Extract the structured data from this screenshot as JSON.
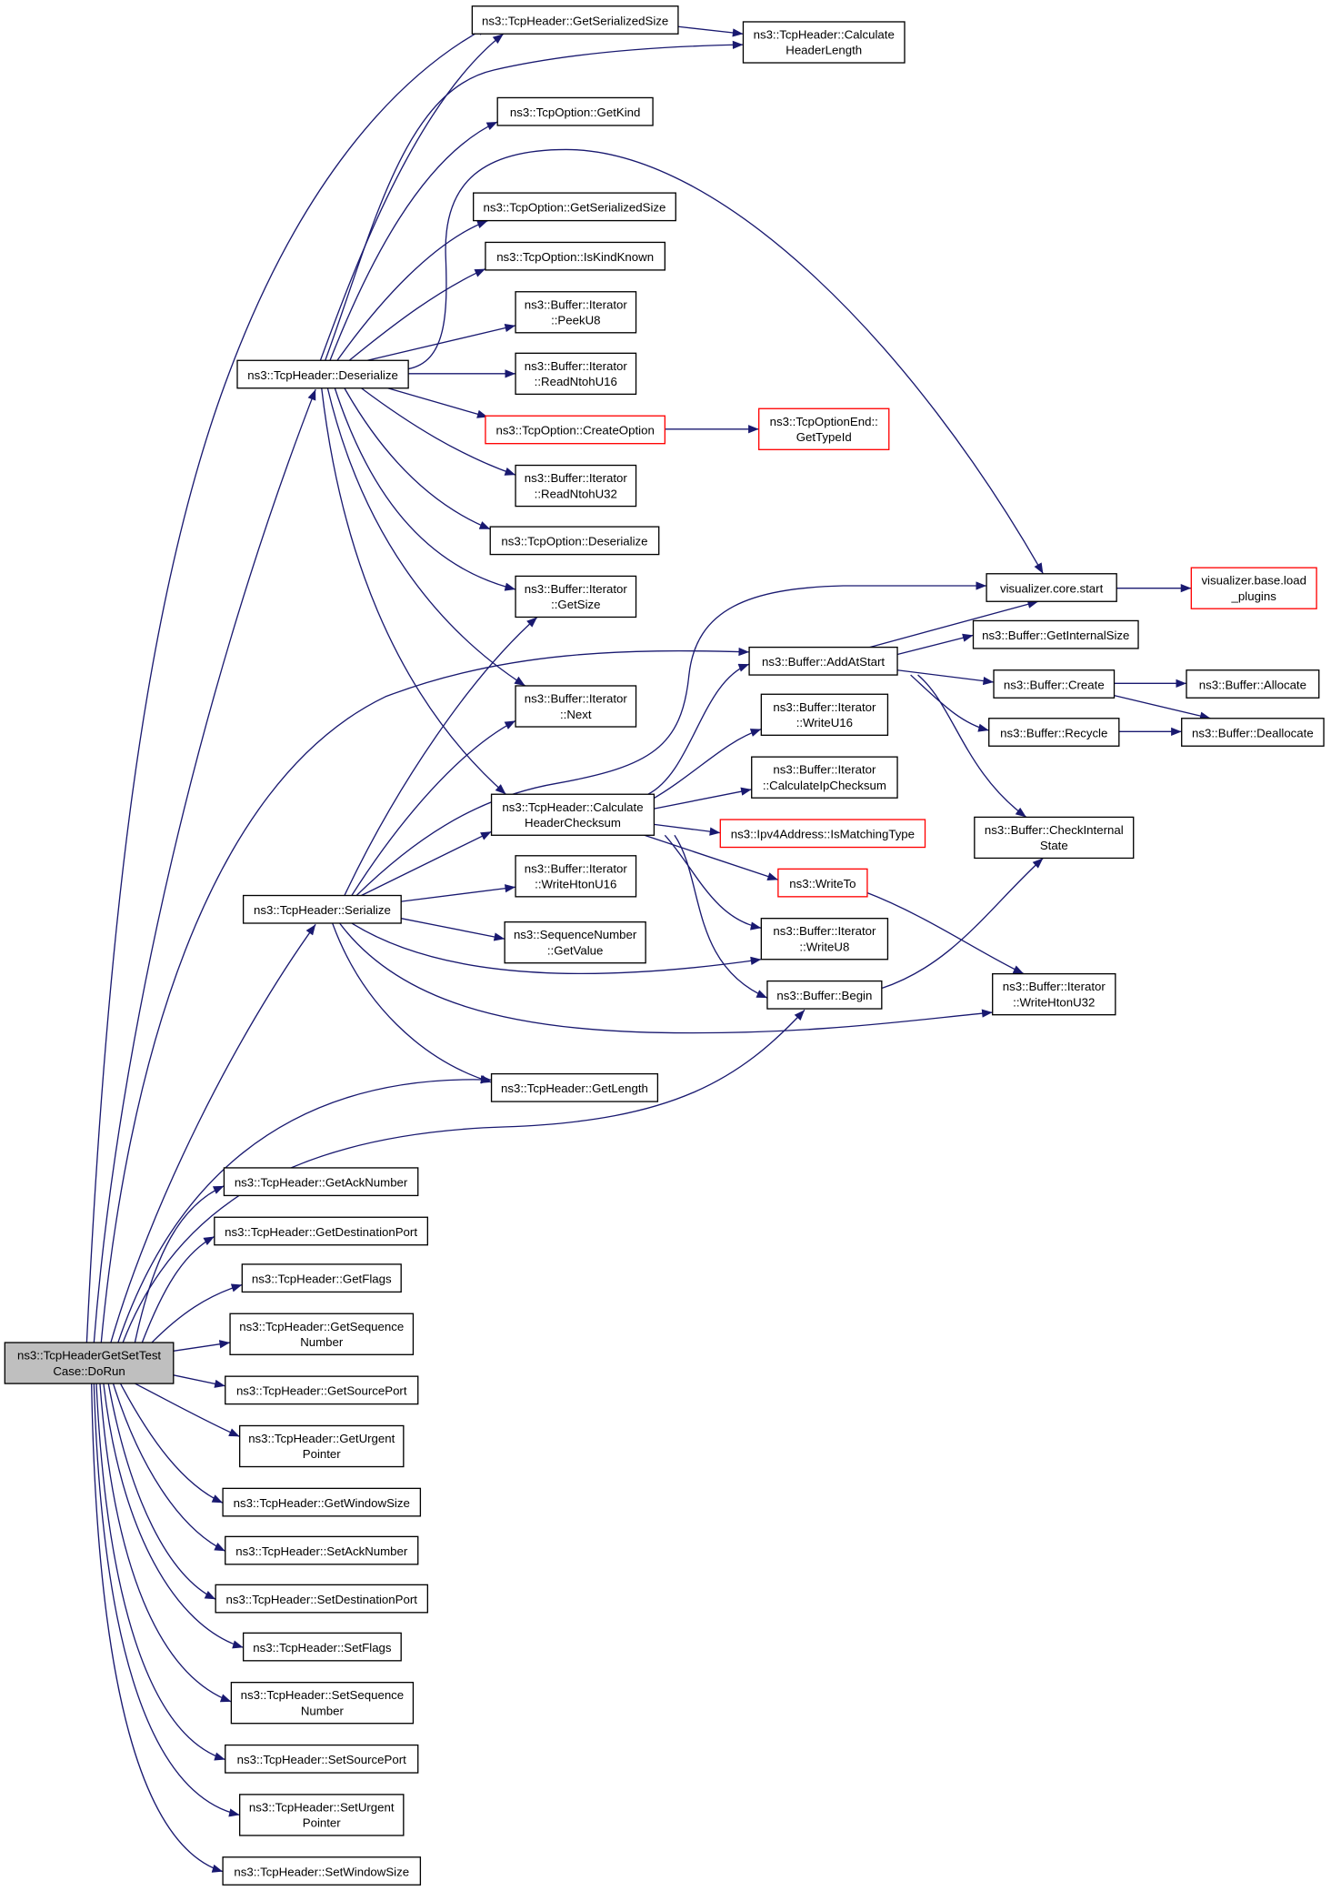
{
  "colors": {
    "background": "#ffffff",
    "edge": "#191970",
    "node_border": "#000000",
    "node_fill": "#ffffff",
    "root_fill": "#bfbfbf",
    "truncated_border": "#ff0000"
  },
  "graph": {
    "nodes": [
      {
        "lines": [
          "ns3::TcpHeaderGetSetTest",
          "Case::DoRun"
        ],
        "fill": "#bfbfbf"
      },
      {
        "lines": [
          "ns3::TcpHeader::GetSerializedSize"
        ]
      },
      {
        "lines": [
          "ns3::TcpHeader::Calculate",
          "HeaderLength"
        ]
      },
      {
        "lines": [
          "ns3::TcpOption::GetKind"
        ]
      },
      {
        "lines": [
          "ns3::TcpOption::GetSerializedSize"
        ]
      },
      {
        "lines": [
          "ns3::TcpOption::IsKindKnown"
        ]
      },
      {
        "lines": [
          "ns3::Buffer::Iterator",
          "::PeekU8"
        ]
      },
      {
        "lines": [
          "ns3::TcpHeader::Deserialize"
        ]
      },
      {
        "lines": [
          "ns3::Buffer::Iterator",
          "::ReadNtohU16"
        ]
      },
      {
        "lines": [
          "ns3::TcpOption::CreateOption"
        ],
        "border": "#ff0000"
      },
      {
        "lines": [
          "ns3::TcpOptionEnd::",
          "GetTypeId"
        ],
        "border": "#ff0000"
      },
      {
        "lines": [
          "ns3::Buffer::Iterator",
          "::ReadNtohU32"
        ]
      },
      {
        "lines": [
          "ns3::TcpOption::Deserialize"
        ]
      },
      {
        "lines": [
          "ns3::Buffer::Iterator",
          "::GetSize"
        ]
      },
      {
        "lines": [
          "visualizer.core.start"
        ]
      },
      {
        "lines": [
          "visualizer.base.load",
          "_plugins"
        ],
        "border": "#ff0000"
      },
      {
        "lines": [
          "ns3::Buffer::GetInternalSize"
        ]
      },
      {
        "lines": [
          "ns3::Buffer::AddAtStart"
        ]
      },
      {
        "lines": [
          "ns3::Buffer::Create"
        ]
      },
      {
        "lines": [
          "ns3::Buffer::Allocate"
        ]
      },
      {
        "lines": [
          "ns3::Buffer::Iterator",
          "::Next"
        ]
      },
      {
        "lines": [
          "ns3::Buffer::Iterator",
          "::WriteU16"
        ]
      },
      {
        "lines": [
          "ns3::Buffer::Recycle"
        ]
      },
      {
        "lines": [
          "ns3::Buffer::Deallocate"
        ]
      },
      {
        "lines": [
          "ns3::Buffer::Iterator",
          "::CalculateIpChecksum"
        ]
      },
      {
        "lines": [
          "ns3::TcpHeader::Calculate",
          "HeaderChecksum"
        ]
      },
      {
        "lines": [
          "ns3::Ipv4Address::IsMatchingType"
        ],
        "border": "#ff0000"
      },
      {
        "lines": [
          "ns3::Buffer::CheckInternal",
          "State"
        ]
      },
      {
        "lines": [
          "ns3::WriteTo"
        ],
        "border": "#ff0000"
      },
      {
        "lines": [
          "ns3::Buffer::Iterator",
          "::WriteHtonU16"
        ]
      },
      {
        "lines": [
          "ns3::TcpHeader::Serialize"
        ]
      },
      {
        "lines": [
          "ns3::SequenceNumber",
          "::GetValue"
        ]
      },
      {
        "lines": [
          "ns3::Buffer::Iterator",
          "::WriteU8"
        ]
      },
      {
        "lines": [
          "ns3::Buffer::Begin"
        ]
      },
      {
        "lines": [
          "ns3::Buffer::Iterator",
          "::WriteHtonU32"
        ]
      },
      {
        "lines": [
          "ns3::TcpHeader::GetLength"
        ]
      },
      {
        "lines": [
          "ns3::TcpHeader::GetAckNumber"
        ]
      },
      {
        "lines": [
          "ns3::TcpHeader::GetDestinationPort"
        ]
      },
      {
        "lines": [
          "ns3::TcpHeader::GetFlags"
        ]
      },
      {
        "lines": [
          "ns3::TcpHeader::GetSequence",
          "Number"
        ]
      },
      {
        "lines": [
          "ns3::TcpHeader::GetSourcePort"
        ]
      },
      {
        "lines": [
          "ns3::TcpHeader::GetUrgent",
          "Pointer"
        ]
      },
      {
        "lines": [
          "ns3::TcpHeader::GetWindowSize"
        ]
      },
      {
        "lines": [
          "ns3::TcpHeader::SetAckNumber"
        ]
      },
      {
        "lines": [
          "ns3::TcpHeader::SetDestinationPort"
        ]
      },
      {
        "lines": [
          "ns3::TcpHeader::SetFlags"
        ]
      },
      {
        "lines": [
          "ns3::TcpHeader::SetSequence",
          "Number"
        ]
      },
      {
        "lines": [
          "ns3::TcpHeader::SetSourcePort"
        ]
      },
      {
        "lines": [
          "ns3::TcpHeader::SetUrgent",
          "Pointer"
        ]
      },
      {
        "lines": [
          "ns3::TcpHeader::SetWindowSize"
        ]
      }
    ],
    "edges": [
      [
        0,
        1
      ],
      [
        0,
        7
      ],
      [
        0,
        17
      ],
      [
        0,
        30
      ],
      [
        0,
        35
      ],
      [
        0,
        33
      ],
      [
        0,
        36
      ],
      [
        0,
        37
      ],
      [
        0,
        38
      ],
      [
        0,
        39
      ],
      [
        0,
        40
      ],
      [
        0,
        41
      ],
      [
        0,
        42
      ],
      [
        0,
        43
      ],
      [
        0,
        44
      ],
      [
        0,
        45
      ],
      [
        0,
        46
      ],
      [
        0,
        47
      ],
      [
        0,
        48
      ],
      [
        0,
        49
      ],
      [
        1,
        2
      ],
      [
        7,
        1
      ],
      [
        7,
        2
      ],
      [
        7,
        3
      ],
      [
        7,
        4
      ],
      [
        7,
        5
      ],
      [
        7,
        6
      ],
      [
        7,
        8
      ],
      [
        7,
        9
      ],
      [
        7,
        11
      ],
      [
        7,
        12
      ],
      [
        7,
        13
      ],
      [
        7,
        20
      ],
      [
        7,
        25
      ],
      [
        7,
        14
      ],
      [
        9,
        10
      ],
      [
        14,
        15
      ],
      [
        17,
        14
      ],
      [
        17,
        16
      ],
      [
        17,
        18
      ],
      [
        17,
        22
      ],
      [
        17,
        27
      ],
      [
        18,
        19
      ],
      [
        18,
        23
      ],
      [
        22,
        23
      ],
      [
        25,
        17
      ],
      [
        25,
        21
      ],
      [
        25,
        24
      ],
      [
        25,
        26
      ],
      [
        25,
        28
      ],
      [
        25,
        32
      ],
      [
        25,
        33
      ],
      [
        28,
        34
      ],
      [
        33,
        27
      ],
      [
        30,
        13
      ],
      [
        30,
        20
      ],
      [
        30,
        14
      ],
      [
        30,
        25
      ],
      [
        30,
        29
      ],
      [
        30,
        31
      ],
      [
        30,
        32
      ],
      [
        30,
        34
      ],
      [
        30,
        35
      ]
    ]
  }
}
